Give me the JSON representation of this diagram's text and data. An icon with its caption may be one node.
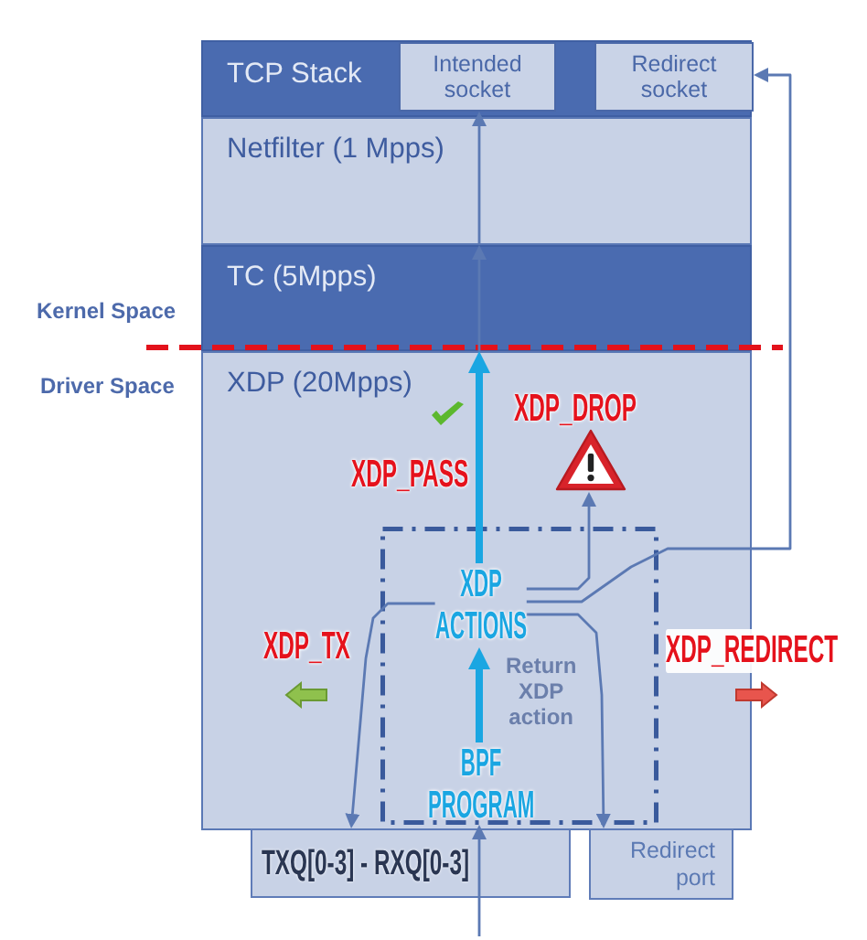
{
  "diagram": {
    "nodes": [
      {
        "text": [
          "TCP Stack"
        ]
      },
      {
        "text": [
          "Intended socket"
        ],
        "in": 0
      },
      {
        "text": [
          "Redirect socket"
        ],
        "in": 0
      },
      {
        "text": [
          "Netfilter (1 Mpps)"
        ]
      },
      {
        "text": [
          "TC (5Mpps)"
        ]
      },
      {
        "text": [
          "XDP (20Mpps)"
        ]
      },
      {
        "text": [],
        "shape": "triangle",
        "beside": [
          "XDP_DROP"
        ],
        "in": 5
      },
      {
        "text": [],
        "shape": "box",
        "in": 5
      },
      {
        "text": [
          "XDP ACTIONS"
        ],
        "in": 7
      },
      {
        "text": [
          "BPF PROGRAM"
        ],
        "in": 7
      },
      {
        "text": [
          "TXQ[0-3] - RXQ[0-3]"
        ]
      },
      {
        "text": [
          "Redirect port"
        ]
      }
    ],
    "edges": [
      {
        "from": null,
        "to": 7,
        "arrow": "to"
      },
      {
        "from": 9,
        "to": 8,
        "arrow": "to",
        "label": "Return XDP action",
        "style": "thick",
        "color": "#1aa6e2"
      },
      {
        "from": 8,
        "to": 4,
        "arrow": "to",
        "label": "XDP_PASS",
        "style": "thick",
        "color": "#1aa6e2"
      },
      {
        "from": 4,
        "to": 3,
        "arrow": "to"
      },
      {
        "from": 3,
        "to": 1,
        "arrow": "to"
      },
      {
        "from": 8,
        "to": 6,
        "arrow": "to"
      },
      {
        "from": 8,
        "to": 2,
        "arrow": "to"
      },
      {
        "from": 8,
        "to": 11,
        "arrow": "to"
      },
      {
        "from": 8,
        "to": 10,
        "arrow": "to",
        "label": "XDP_TX"
      }
    ],
    "labels": [
      "Kernel Space",
      "Driver Space",
      "XDP_REDIRECT"
    ]
  }
}
